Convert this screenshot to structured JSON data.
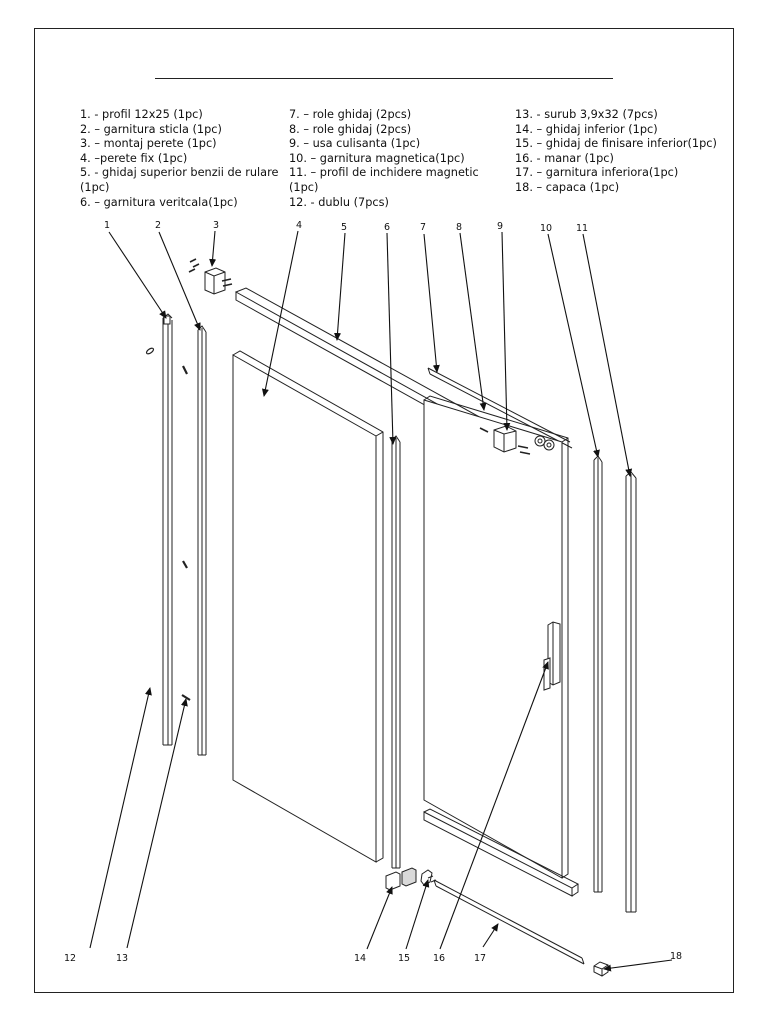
{
  "parts_list": {
    "column_1": [
      "1. - profil 12x25 (1pc)",
      "2. – garnitura sticla (1pc)",
      "3. – montaj perete (1pc)",
      "4. –perete fix (1pc)",
      "5. - ghidaj superior benzii de rulare (1pc)",
      "6. – garnitura veritcala(1pc)"
    ],
    "column_2": [
      "7. – role ghidaj (2pcs)",
      "8. – role ghidaj (2pcs)",
      "9. – usa culisanta (1pc)",
      "10. – garnitura magnetica(1pc)",
      "11. – profil de inchidere magnetic (1pc)",
      "12. - dublu (7pcs)"
    ],
    "column_3": [
      "13. - surub 3,9x32 (7pcs)",
      "14. – ghidaj inferior (1pc)",
      "15. – ghidaj de finisare inferior(1pc)",
      "16. - manar (1pc)",
      "17. – garnitura inferiora(1pc)",
      "18. – capaca (1pc)"
    ]
  },
  "callouts": {
    "top": [
      "1",
      "2",
      "3",
      "4",
      "5",
      "6",
      "7",
      "8",
      "9",
      "10",
      "11"
    ],
    "bottom": [
      "12",
      "13",
      "14",
      "15",
      "16",
      "17",
      "18"
    ]
  },
  "colors": {
    "line": "#222222",
    "panel_fill": "#ffffff",
    "shade": "#d9d9d9"
  }
}
